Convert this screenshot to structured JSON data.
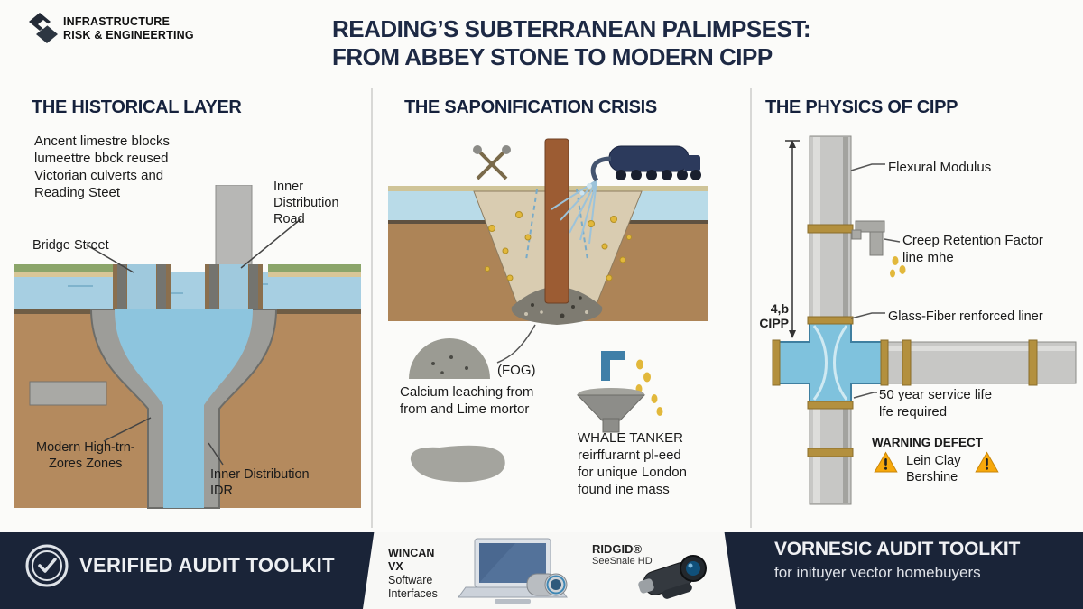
{
  "colors": {
    "navy": "#1a2438",
    "water_blue": "#a7cfe2",
    "soil_brown": "#b08457",
    "pipe_gray": "#c7c7c5",
    "liner_blue": "#7fc2dd",
    "gold_band": "#b3903e",
    "warning_orange": "#f5a80b"
  },
  "logo": {
    "line1": "INFRASTRUCTURE",
    "line2": "RISK & ENGINEERTING"
  },
  "title": {
    "line1": "READING’S SUBTERRANEAN PALIMPSEST:",
    "line2": "FROM ABBEY STONE TO MODERN CIPP"
  },
  "historical": {
    "heading": "THE HISTORICAL LAYER",
    "intro": "Ancent limestre blocks lumeettre bbck reused Victorian culverts and Reading Steet",
    "road_l1": "Inner",
    "road_l2": "Distribution",
    "road_l3": "Road",
    "bridge_street": "Bridge Street",
    "zones_l1": "Modern High-trn-",
    "zones_l2": "Zores Zones",
    "idr_l1": "Inner Distribution",
    "idr_l2": "IDR"
  },
  "saponification": {
    "heading": "THE SAPONIFICATION CRISIS",
    "fog": "(FOG)",
    "calcium_l1": "Calcium leaching from",
    "calcium_l2": "from and Lime mortor",
    "whale_l1": "WHALE TANKER",
    "whale_l2": "reirffurarnt pl-eed",
    "whale_l3": "for unique London",
    "whale_l4": "found ine mass"
  },
  "physics": {
    "heading": "THE PHYSICS OF CIPP",
    "flexural": "Flexural Modulus",
    "creep_l1": "Creep Retention Factor",
    "creep_l2": "line mhe",
    "glass": "Glass-Fiber renforced liner",
    "service_l1": "50 year service life",
    "service_l2": "lfe required",
    "dim_l1": "4,b",
    "dim_l2": "CIPP",
    "warning_title": "WARNING DEFECT",
    "clay_l1": "Lein Clay",
    "clay_l2": "Bershine"
  },
  "footer": {
    "verified": "VERIFIED AUDIT TOOLKIT",
    "wincan_l1": "WINCAN VX",
    "wincan_l2": "Software",
    "wincan_l3": "Interfaces",
    "ridgid": "RIDGID®",
    "ridgid_sub": "SeeSnale HD",
    "right_l1": "VORNESIC AUDIT TOOLKIT",
    "right_l2": "for inituyer vector homebuyers"
  }
}
